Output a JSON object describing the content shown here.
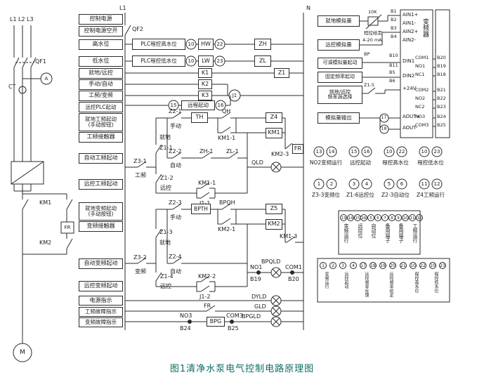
{
  "colors": {
    "line": "#2a2a2a",
    "caption": "#0f6b63",
    "background": "#ffffff"
  },
  "caption": "图1清净水泵电气控制电路原理图",
  "power": {
    "l1": "L1",
    "l2": "L2",
    "l3": "L3",
    "qf1": "QF1",
    "ct": "CT",
    "ammeter": "A",
    "km1": "KM1",
    "fr": "FR",
    "km2": "KM2",
    "motor": "M"
  },
  "rails": {
    "left": "L1",
    "right": "N",
    "qf2": "QF2"
  },
  "rows": [
    "控制电源",
    "控制电源空开",
    "高水位",
    "低水位",
    "就地/远控",
    "手动/自动",
    "工频/变频",
    "远控PLC起动",
    "就地工频起动\n(手动按钮)",
    "工频接触器",
    "自动工频起动",
    "远控工频起动",
    "就地变频起动\n(手动按钮)",
    "变频接触器",
    "自动变频起动",
    "远控变频起动",
    "电源指示",
    "工频故障指示",
    "变频故障指示"
  ],
  "ladder": {
    "plc_hw": "PLC程控高水位",
    "c10a": "10",
    "hw": "HW",
    "c22": "22",
    "zh": "ZH",
    "plc_lw": "PLC程控低水位",
    "c10b": "10",
    "lw": "LW",
    "c23": "23",
    "zl": "ZL",
    "k1": "K1",
    "k2": "K2",
    "k3": "K3",
    "z1": "Z1",
    "j1": "J1",
    "c15": "15",
    "remote_start": "远程起动",
    "c16": "16",
    "z3_1": "Z3-1",
    "gongpin": "工频",
    "z1_1": "Z1-1",
    "jiudi1": "就地",
    "z2_1": "Z2-1",
    "shoudong1": "手动",
    "th": "TH",
    "qh": "QH",
    "z4": "Z4",
    "km1_1a": "KM1-1",
    "km1": "KM1",
    "km2_3": "KM2-3",
    "fr_top": "FR",
    "z2_2": "Z2-2",
    "zidong1": "自动",
    "zh_1": "ZH-1",
    "zl_1": "ZL-1",
    "qld": "QLD",
    "z1_2": "Z1-2",
    "yuankong1": "远控",
    "km1_1b": "KM1-1",
    "j1_1": "J1-1",
    "z3_2": "Z3-2",
    "bianpin": "变频",
    "z1_3": "Z1-3",
    "jiudi2": "就地",
    "z2_3": "Z2-3",
    "shoudong2": "手动",
    "bpth": "BPTH",
    "bpqh": "BPQH",
    "z5": "Z5",
    "km2_1": "KM2-1",
    "km2": "KM2",
    "km1_3": "KM1-3",
    "bpqld": "BPQLD",
    "no1": "NO1",
    "b19": "B19",
    "com1": "COM1",
    "b20": "B20",
    "z2_4": "Z2-4",
    "zidong2": "自动",
    "z1_4": "Z1-4",
    "yuankong2": "远控",
    "km2_2": "KM2-2",
    "j1_2": "J1-2",
    "dyld": "DYLD",
    "fr_bot": "FR",
    "gld": "GLD",
    "no3": "NO3",
    "b24": "B24",
    "bpg": "BPG",
    "com3": "COM3",
    "b25": "B25",
    "bpgld": "BPGLD"
  },
  "plc": {
    "boxes": [
      "就地模拟量",
      "远控模拟量",
      "可调模拟量起动",
      "固定频率起动",
      "就地/远控\n频率源选择",
      "模拟量输出"
    ],
    "pot": "10K",
    "given": "程控给定",
    "ma": "4-20 mA",
    "bp": "BP",
    "z1_5": "Z1-5",
    "vfd": "变频器",
    "left_terms": [
      "B1",
      "B2",
      "B3",
      "B4",
      "B10",
      "B11",
      "B5",
      "B6"
    ],
    "in_labels": [
      "AIN1+",
      "AIN1-",
      "AIN2+",
      "AIN2-",
      "DIN1",
      "DIN2",
      "+24V",
      "AOUT+",
      "AOUT-"
    ],
    "c17": "17",
    "c18": "18",
    "relay_labels": [
      "COM1",
      "NO1",
      "NC1",
      "COM2",
      "NO2",
      "NC2",
      "NO3",
      "COM3"
    ],
    "right_terms": [
      "B20",
      "B19",
      "B18",
      "B21",
      "B22",
      "B23",
      "B24",
      "B25"
    ]
  },
  "term_row1": [
    {
      "a": "13",
      "label": "NO2变频运行",
      "b": "14"
    },
    {
      "a": "15",
      "label": "远控起动",
      "b": "16"
    },
    {
      "a": "10",
      "label": "程控高水位",
      "b": "22"
    },
    {
      "a": "10",
      "label": "程控低水位",
      "b": "23"
    }
  ],
  "term_row2": [
    {
      "a": "1",
      "label": "Z3-3变频位",
      "b": "2"
    },
    {
      "a": "3",
      "label": "Z1-6远控位",
      "b": "4"
    },
    {
      "a": "5",
      "label": "Z2-3自动位",
      "b": "6"
    },
    {
      "a": "11",
      "label": "Z4工频运行",
      "b": "12"
    }
  ],
  "table_a": {
    "terminals": [
      "13",
      "14",
      "15",
      "16",
      "5",
      "6",
      "7",
      "8",
      "9",
      "10",
      "11",
      "12"
    ],
    "labels": [
      "变频运行",
      "远控位",
      "自动位",
      "备用端子",
      "备用端子",
      "工频运行"
    ]
  },
  "table_b": {
    "terminals": [
      "1",
      "2",
      "3",
      "4",
      "17",
      "18",
      "19",
      "20",
      "21",
      "10",
      "22",
      "10",
      "23"
    ],
    "labels": [
      "变频运行",
      "远控起动",
      "远控频率反馈",
      "远控频率给定",
      "程控高水位",
      "程控低水位"
    ]
  }
}
